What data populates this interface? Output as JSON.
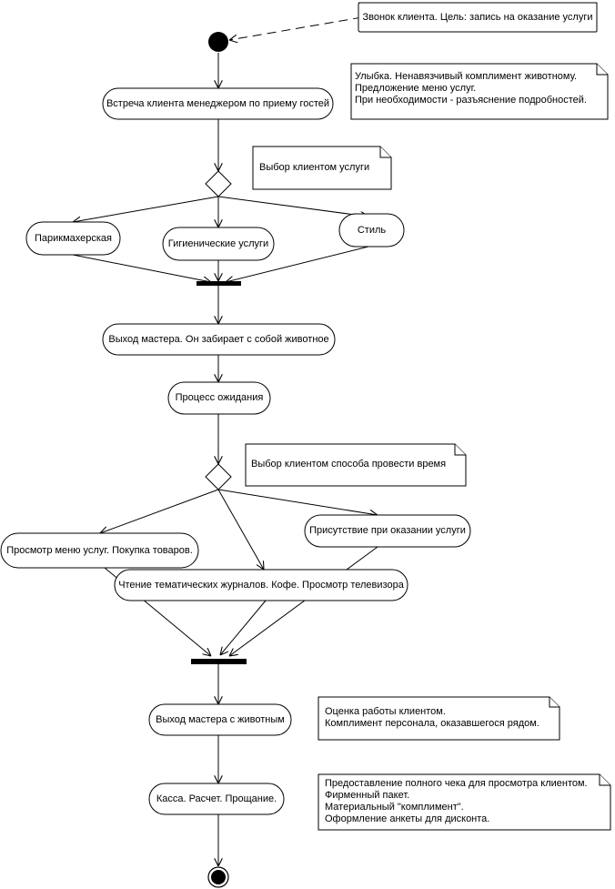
{
  "client_call_note": "Звонок клиента. Цель: запись на оказание услуги",
  "greeting_note": {
    "lines": [
      "Улыбка. Ненавязчивый комплимент животному.",
      "Предложение меню услуг.",
      "При  необходимости - разъяснение подробностей."
    ]
  },
  "actions": {
    "meet_client": "Встреча клиента менеджером по приему гостей",
    "grooming": "Парикмахерская",
    "hygiene": "Гигиенические услуги",
    "style": "Стиль",
    "master_out": "Выход мастера. Он забирает с собой животное",
    "waiting": "Процесс ожидания",
    "menu_shopping": "Просмотр меню услуг. Покупка товаров.",
    "attend_service": "Присутствие при оказании услуги",
    "magazines_coffee": "Чтение тематических журналов. Кофе. Просмотр телевизора",
    "master_return": "Выход мастера с животным",
    "checkout": "Касса. Расчет. Прощание."
  },
  "choice_note": "Выбор клиентом услуги",
  "wait_choice_note": "Выбор клиентом способа провести время",
  "feedback_note": {
    "lines": [
      "Оценка работы клиентом.",
      "Комплимент персонала, оказавшегося рядом."
    ]
  },
  "final_note": {
    "lines": [
      "Предоставление полного чека для просмотра клиентом.",
      "Фирменный пакет.",
      "Материальный \"комплимент\".",
      "Оформление анкеты для дисконта."
    ]
  }
}
